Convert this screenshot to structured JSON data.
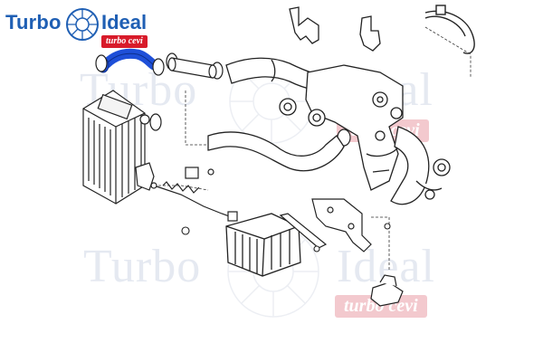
{
  "logo": {
    "word_left": "Turbo",
    "word_right": "Ideal",
    "badge": "turbo cevi"
  },
  "watermarks": [
    {
      "left": "Turbo",
      "right": "Ideal",
      "badge": "turbo cevi"
    },
    {
      "left": "Turbo",
      "right": "Ideal",
      "badge": "turbo cevi"
    }
  ],
  "colors": {
    "brand_blue": "#1f5fb4",
    "brand_red": "#d81b2a",
    "highlight_hose": "#1e4fd8",
    "line_art": "#222222"
  }
}
